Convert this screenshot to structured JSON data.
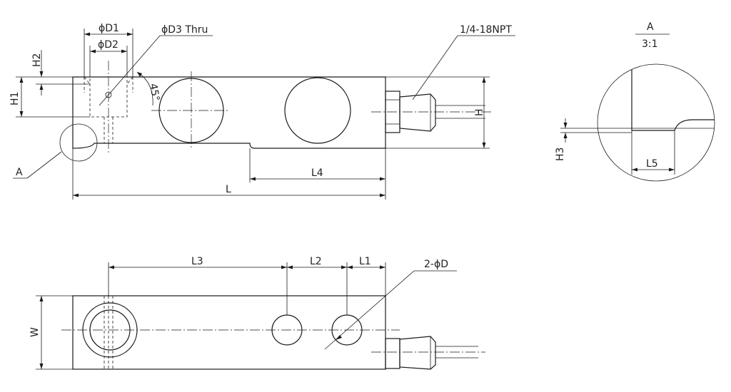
{
  "labels": {
    "d1": "ϕD1",
    "d2": "ϕD2",
    "d3": "ϕD3 Thru",
    "npt": "1/4-18NPT",
    "h": "H",
    "h1": "H1",
    "h2": "H2",
    "angle": "45°",
    "l": "L",
    "l4": "L4",
    "detail_ref": "A",
    "detail_title": "A",
    "detail_scale": "3:1",
    "h3": "H3",
    "l5": "L5",
    "l3": "L3",
    "l2": "L2",
    "l1": "L1",
    "two_d": "2-ϕD",
    "w": "W"
  }
}
